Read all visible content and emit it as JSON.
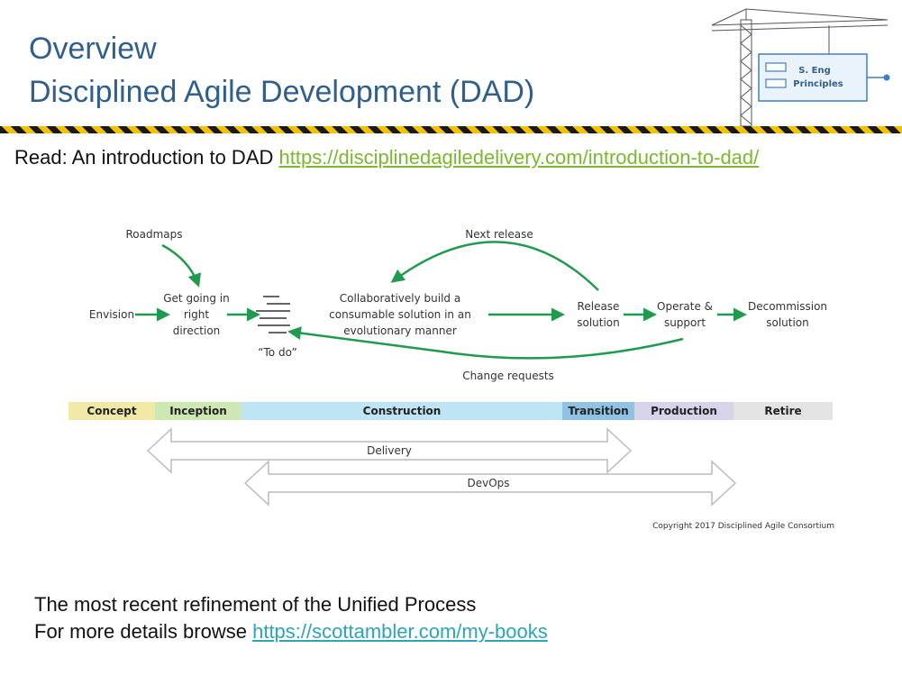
{
  "slide": {
    "title_line1": "Overview",
    "title_line2": "Disciplined Agile Development (DAD)",
    "read_prefix": "Read: An introduction to DAD ",
    "read_link": "https://disciplinedagiledelivery.com/introduction-to-dad/",
    "bottom_line1": "The most recent refinement of the Unified Process",
    "bottom_line2_prefix": "For more details browse ",
    "bottom_link": "https://scottambler.com/my-books"
  },
  "logo": {
    "line1": "S. Eng",
    "line2": "Principles",
    "icon": "crane-icon"
  },
  "diagram": {
    "roadmaps": "Roadmaps",
    "next_release": "Next release",
    "envision": "Envision",
    "get_going": [
      "Get going in",
      "right",
      "direction"
    ],
    "todo": "“To do”",
    "build": [
      "Collaboratively build a",
      "consumable solution in an",
      "evolutionary manner"
    ],
    "release": [
      "Release",
      "solution"
    ],
    "operate": [
      "Operate &",
      "support"
    ],
    "decommission": [
      "Decommission",
      "solution"
    ],
    "change_requests": "Change requests",
    "phases": [
      {
        "label": "Concept",
        "color": "#f1e9a5"
      },
      {
        "label": "Inception",
        "color": "#cde8b3"
      },
      {
        "label": "Construction",
        "color": "#bfe4f4"
      },
      {
        "label": "Transition",
        "color": "#8fc3e6"
      },
      {
        "label": "Production",
        "color": "#d7d3ea"
      },
      {
        "label": "Retire",
        "color": "#e4e4e4"
      }
    ],
    "delivery": "Delivery",
    "devops": "DevOps",
    "copyright": "Copyright 2017 Disciplined Agile Consortium",
    "arrow_color": "#1f9a4e"
  }
}
